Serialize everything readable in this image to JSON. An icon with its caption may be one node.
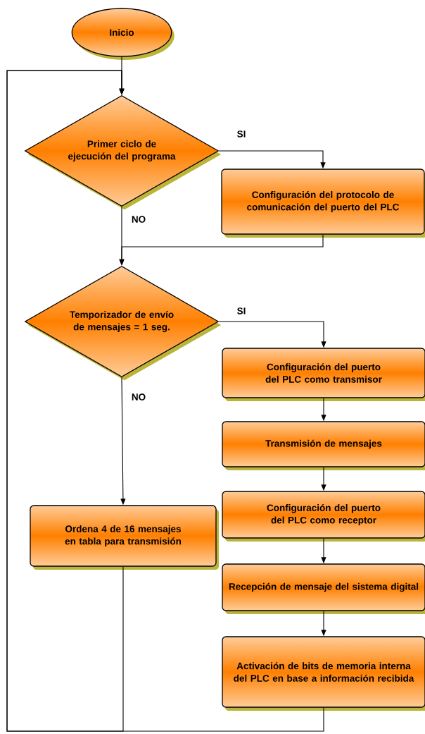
{
  "diagram": {
    "nodes": [
      {
        "text": [
          "Inicio"
        ]
      },
      {
        "text": [
          "Primer ciclo de ejecución del programa"
        ]
      },
      {
        "text": [
          "Configuración del protocolo de comunicación del puerto del PLC"
        ]
      },
      {
        "text": [
          "Temporizador de envío de mensajes = 1 seg."
        ]
      },
      {
        "text": [
          "Configuración del puerto del PLC como transmisor"
        ]
      },
      {
        "text": [
          "Transmisión de mensajes"
        ]
      },
      {
        "text": [
          "Configuración del puerto del PLC como receptor"
        ]
      },
      {
        "text": [
          "Ordena 4 de 16 mensajes en tabla para transmisión"
        ]
      },
      {
        "text": [
          "Recepción de mensaje del sistema digital"
        ]
      },
      {
        "text": [
          "Activación de bits de memoria interna del PLC en base a información recibida"
        ]
      }
    ],
    "edges": [
      {
        "from": 0,
        "to": 1,
        "arrow": "to"
      },
      {
        "from": 1,
        "to": 2,
        "arrow": "to",
        "label": "SI"
      },
      {
        "from": 1,
        "to": 3,
        "arrow": "to",
        "label": "NO"
      },
      {
        "from": 2,
        "to": 3,
        "arrow": "to"
      },
      {
        "from": 3,
        "to": 4,
        "arrow": "to",
        "label": "SI"
      },
      {
        "from": 3,
        "to": 7,
        "arrow": "to",
        "label": "NO"
      },
      {
        "from": 4,
        "to": 5,
        "arrow": "to"
      },
      {
        "from": 5,
        "to": 6,
        "arrow": "to"
      },
      {
        "from": 6,
        "to": 8,
        "arrow": "to"
      },
      {
        "from": 8,
        "to": 9,
        "arrow": "to"
      },
      {
        "from": 7,
        "to": 1,
        "arrow": "to"
      },
      {
        "from": 9,
        "to": 1,
        "arrow": "to"
      }
    ]
  }
}
